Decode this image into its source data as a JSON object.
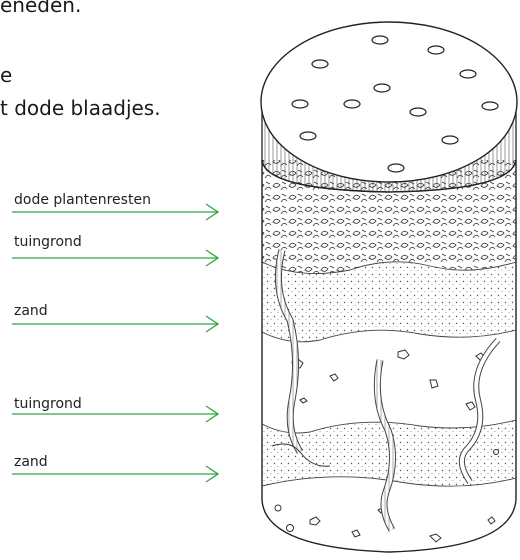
{
  "text_lines": [
    "eneden.",
    "e",
    "t dode blaadjes."
  ],
  "labels": [
    "dode plantenresten",
    "tuingrond",
    "zand",
    "tuingrond",
    "zand"
  ],
  "colors": {
    "arrow": "#2ea83f",
    "drawing": "#333333"
  }
}
